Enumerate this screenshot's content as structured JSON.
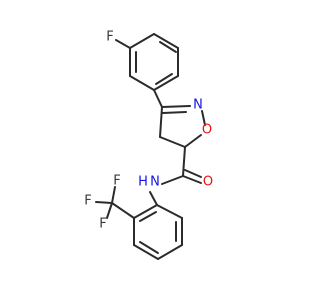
{
  "molecule": {
    "atoms": {
      "f_para": {
        "symbol": "F",
        "color": "#3a3a3a"
      },
      "n_ring": {
        "symbol": "N",
        "color": "#1414e6"
      },
      "o_ring": {
        "symbol": "O",
        "color": "#e61414"
      },
      "o_carbonyl": {
        "symbol": "O",
        "color": "#e61414"
      },
      "n_amide": {
        "symbol": "N",
        "color": "#1414e6"
      },
      "h_amide": {
        "symbol": "H",
        "color": "#1414e6"
      },
      "f_cf3_1": {
        "symbol": "F",
        "color": "#3a3a3a"
      },
      "f_cf3_2": {
        "symbol": "F",
        "color": "#3a3a3a"
      },
      "f_cf3_3": {
        "symbol": "F",
        "color": "#3a3a3a"
      }
    },
    "bond_color": "#2b2b2b"
  }
}
